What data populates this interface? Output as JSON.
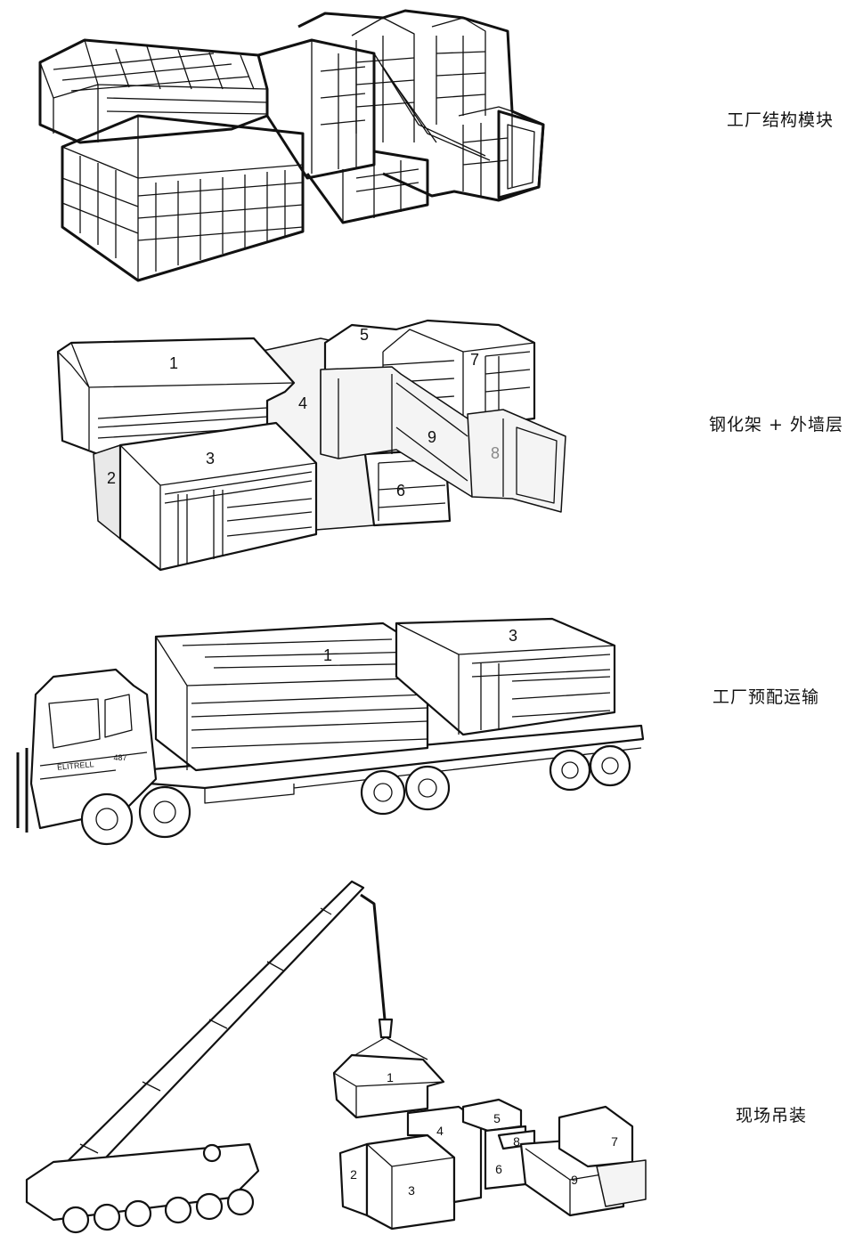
{
  "steps": [
    {
      "caption": "工厂结构模块"
    },
    {
      "caption": "钢化架 + 外墙层",
      "module_labels": [
        "1",
        "2",
        "3",
        "4",
        "5",
        "6",
        "7",
        "8",
        "9"
      ]
    },
    {
      "caption": "工厂预配运输",
      "module_labels": [
        "1",
        "3"
      ],
      "truck_number": "487",
      "truck_brand": "ELITRELL"
    },
    {
      "caption": "现场吊装",
      "module_labels": [
        "1",
        "2",
        "3",
        "4",
        "5",
        "6",
        "7",
        "8",
        "9"
      ]
    }
  ]
}
